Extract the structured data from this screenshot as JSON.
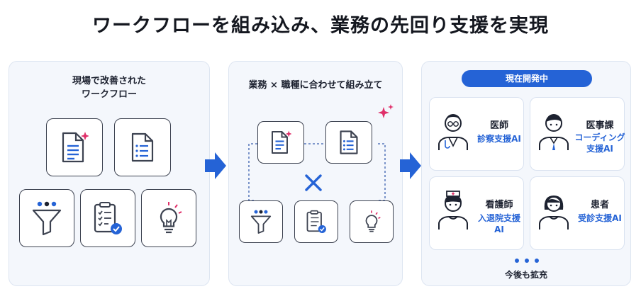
{
  "title": "ワークフローを組み込み、業務の先回り支援を実現",
  "panel1": {
    "title_line1": "現場で改善された",
    "title_line2": "ワークフロー"
  },
  "panel2": {
    "title": "業務 × 職種に合わせて組み立て"
  },
  "panel3": {
    "badge": "現在開発中",
    "roles": [
      {
        "name": "医師",
        "ai_line1": "診察支援AI",
        "ai_line2": ""
      },
      {
        "name": "医事課",
        "ai_line1": "コーディング",
        "ai_line2": "支援AI"
      },
      {
        "name": "看護師",
        "ai_line1": "入退院支援AI",
        "ai_line2": ""
      },
      {
        "name": "患者",
        "ai_line1": "受診支援AI",
        "ai_line2": ""
      }
    ],
    "more_label": "今後も拡充"
  },
  "colors": {
    "accent": "#2563d6",
    "sparkle": "#e0306a",
    "panel_bg": "#f4f7fc"
  },
  "icons": [
    "document-icon",
    "list-document-icon",
    "funnel-icon",
    "checklist-icon",
    "lightbulb-icon",
    "sparkle-icon",
    "cross-icon",
    "arrow-right-icon"
  ]
}
